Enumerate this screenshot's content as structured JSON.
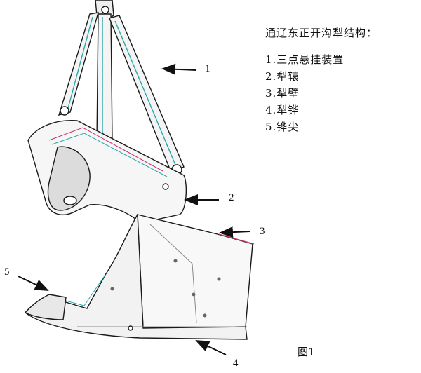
{
  "legend": {
    "title": "通辽东正开沟犁结构：",
    "items": [
      "1.三点悬挂装置",
      "2.犁辕",
      "3.犁壁",
      "4.犁铧",
      "5.铧尖"
    ]
  },
  "callouts": [
    "1",
    "2",
    "3",
    "4",
    "5"
  ],
  "figure_caption": "图1"
}
